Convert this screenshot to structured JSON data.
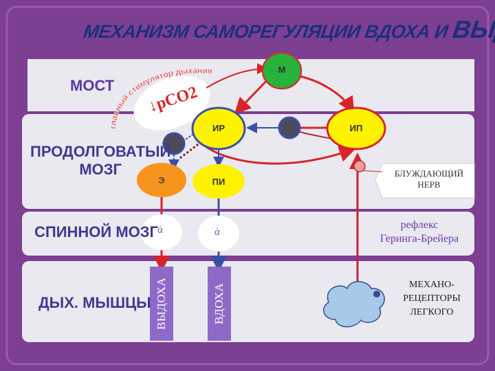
{
  "title": {
    "prefix": "МЕХАНИЗМ САМОРЕГУЛЯЦИИ ВДОХА И ",
    "suffix": "ВЫДОХА"
  },
  "regions": {
    "most": "МОСТ",
    "medulla_line1": "ПРОДОЛГОВАТЫЙ",
    "medulla_line2": "МОЗГ",
    "spinal": "СПИННОЙ МОЗГ",
    "muscles": "ДЫХ. МЫШЦЫ"
  },
  "nodes": {
    "m": "М",
    "ir": "ИР",
    "ip": "ИП",
    "e": "Э",
    "pi": "ПИ",
    "alpha": "ά"
  },
  "muscle_bars": {
    "exhale": "ВЫДОХА",
    "inhale": "ВДОХА"
  },
  "stimulus": {
    "arc_text": "главный стимулятор дыхания",
    "pco2": "pCO2",
    "arrow": "↓"
  },
  "vagus": {
    "line1": "БЛУЖДАЮЩИЙ",
    "line2": "НЕРВ"
  },
  "reflex": {
    "line1": "рефлекс",
    "line2": "Геринга-Брейера"
  },
  "receptors": {
    "line1": "МЕХАНО-",
    "line2": "РЕЦЕПТОРЫ",
    "line3": "ЛЕГКОГО"
  },
  "colors": {
    "background": "#7c3f92",
    "band": "#e9e9ef",
    "node_green": "#27b33b",
    "node_yellow": "#fff200",
    "node_orange": "#f7941d",
    "node_purple": "#8e6ac8",
    "arrow_red": "#d8232a",
    "arrow_blue": "#3b4fa8"
  }
}
